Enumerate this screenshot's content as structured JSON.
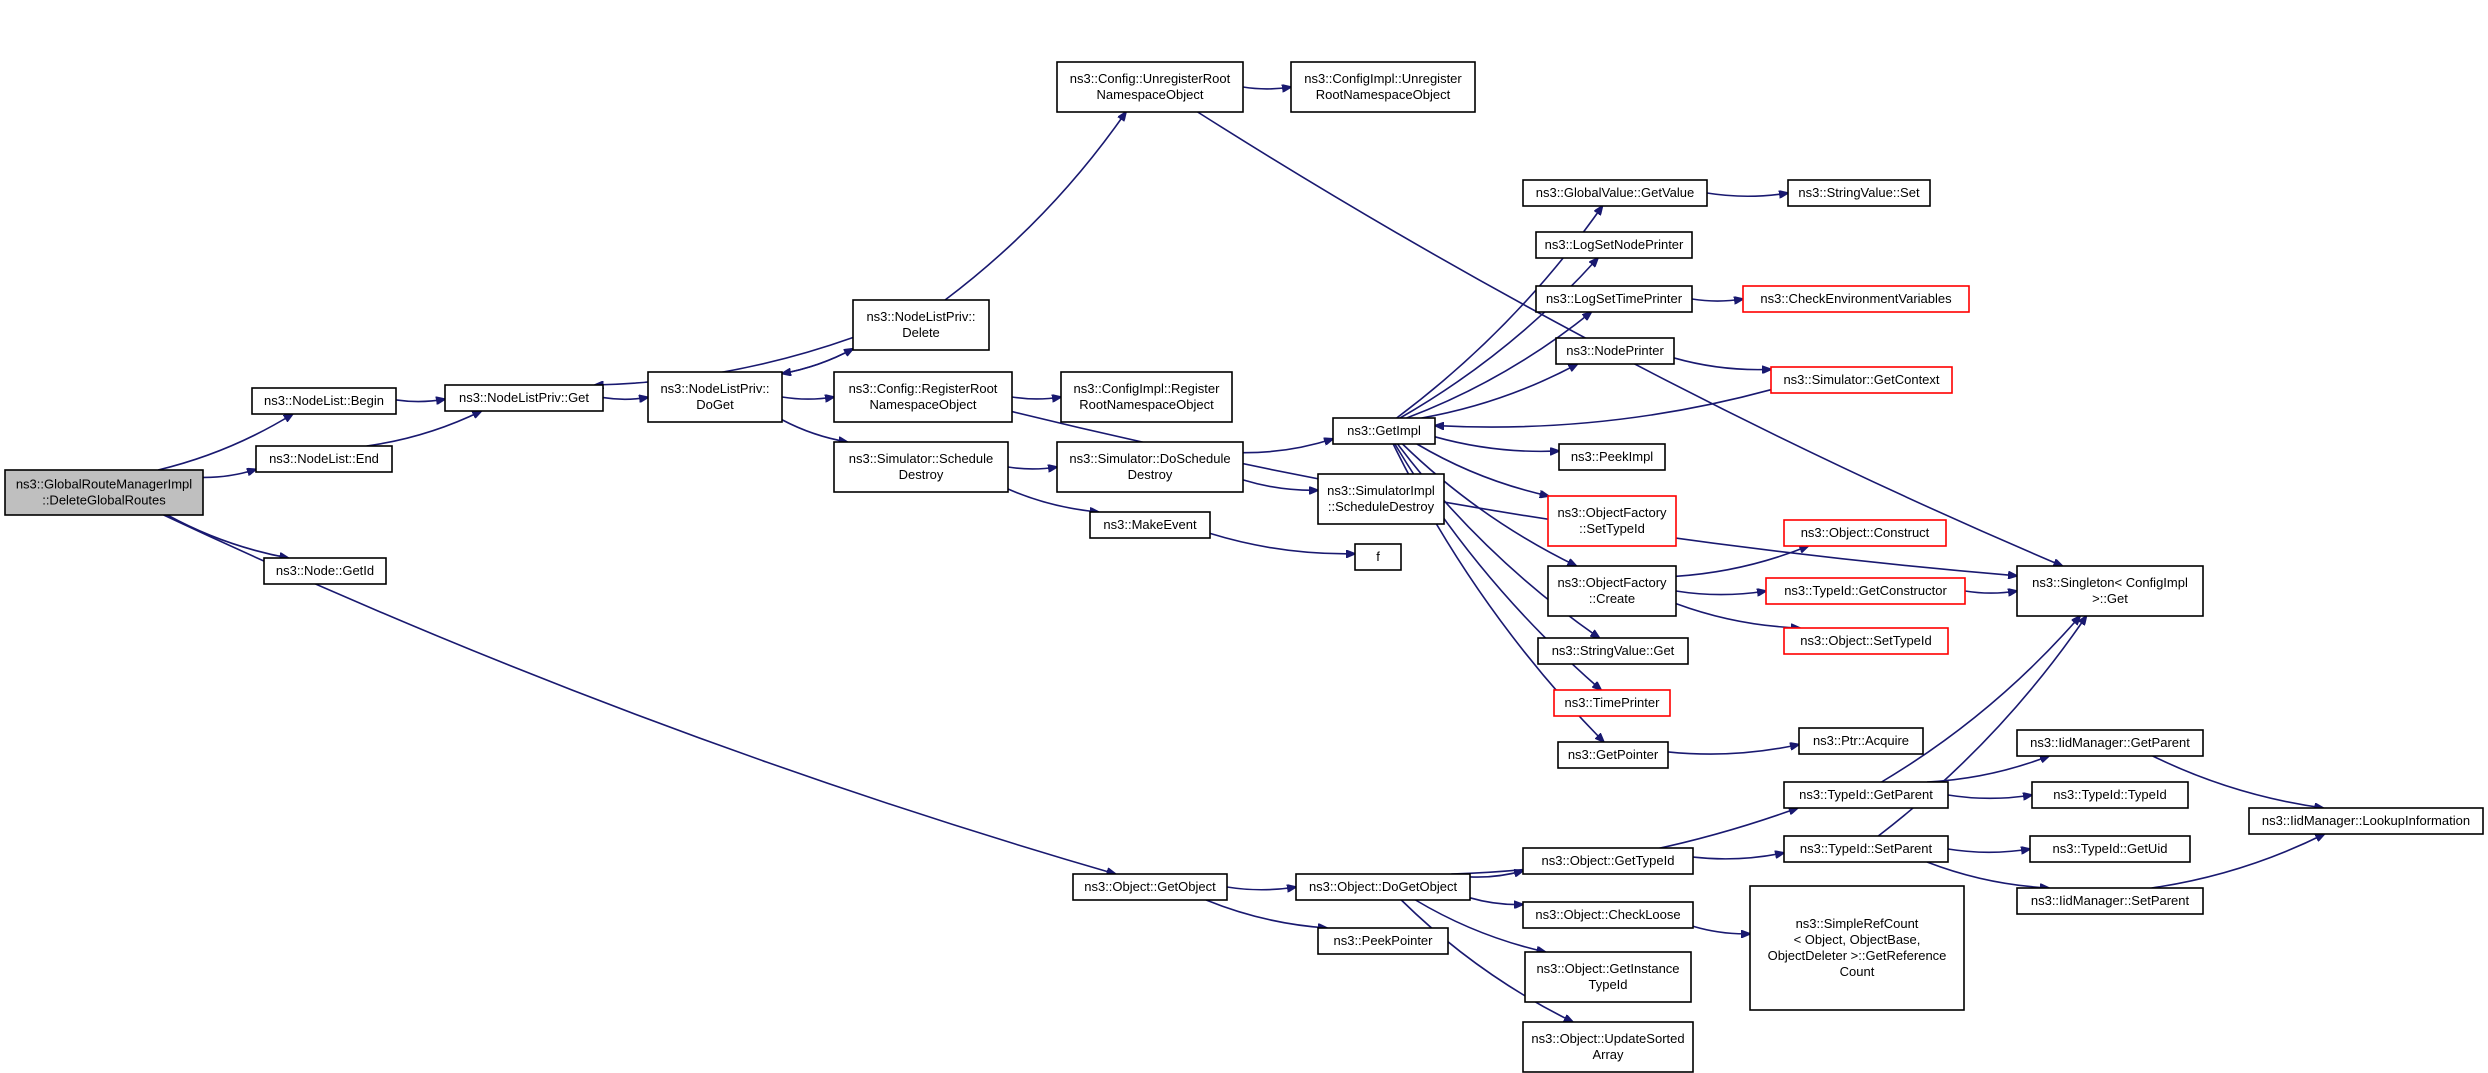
{
  "colors": {
    "edge": "#191970",
    "node_border": "#000000",
    "truncated_border": "#ff0000",
    "root_fill": "#bfbfbf",
    "node_fill": "#ffffff"
  },
  "nodes": [
    {
      "id": "root",
      "lines": [
        "ns3::GlobalRouteManagerImpl",
        "::DeleteGlobalRoutes"
      ],
      "style": "root"
    },
    {
      "id": "nl_begin",
      "lines": [
        "ns3::NodeList::Begin"
      ]
    },
    {
      "id": "nl_end",
      "lines": [
        "ns3::NodeList::End"
      ]
    },
    {
      "id": "node_getid",
      "lines": [
        "ns3::Node::GetId"
      ]
    },
    {
      "id": "nlp_get",
      "lines": [
        "ns3::NodeListPriv::Get"
      ]
    },
    {
      "id": "nlp_doget",
      "lines": [
        "ns3::NodeListPriv::",
        "DoGet"
      ]
    },
    {
      "id": "nlp_delete",
      "lines": [
        "ns3::NodeListPriv::",
        "Delete"
      ]
    },
    {
      "id": "cfg_unreg",
      "lines": [
        "ns3::Config::UnregisterRoot",
        "NamespaceObject"
      ]
    },
    {
      "id": "cfgimpl_unreg",
      "lines": [
        "ns3::ConfigImpl::Unregister",
        "RootNamespaceObject"
      ]
    },
    {
      "id": "cfg_reg",
      "lines": [
        "ns3::Config::RegisterRoot",
        "NamespaceObject"
      ]
    },
    {
      "id": "cfgimpl_reg",
      "lines": [
        "ns3::ConfigImpl::Register",
        "RootNamespaceObject"
      ]
    },
    {
      "id": "sim_sched",
      "lines": [
        "ns3::Simulator::Schedule",
        "Destroy"
      ]
    },
    {
      "id": "sim_dosched",
      "lines": [
        "ns3::Simulator::DoSchedule",
        "Destroy"
      ]
    },
    {
      "id": "makeevent",
      "lines": [
        "ns3::MakeEvent"
      ]
    },
    {
      "id": "f",
      "lines": [
        "f"
      ]
    },
    {
      "id": "simimpl_sched",
      "lines": [
        "ns3::SimulatorImpl",
        "::ScheduleDestroy"
      ]
    },
    {
      "id": "getimpl",
      "lines": [
        "ns3::GetImpl"
      ]
    },
    {
      "id": "gv_getvalue",
      "lines": [
        "ns3::GlobalValue::GetValue"
      ]
    },
    {
      "id": "sv_set",
      "lines": [
        "ns3::StringValue::Set"
      ]
    },
    {
      "id": "logsetnode",
      "lines": [
        "ns3::LogSetNodePrinter"
      ]
    },
    {
      "id": "logsettime",
      "lines": [
        "ns3::LogSetTimePrinter"
      ]
    },
    {
      "id": "checkenv",
      "lines": [
        "ns3::CheckEnvironmentVariables"
      ],
      "style": "truncated"
    },
    {
      "id": "nodeprinter",
      "lines": [
        "ns3::NodePrinter"
      ]
    },
    {
      "id": "sim_getcontext",
      "lines": [
        "ns3::Simulator::GetContext"
      ],
      "style": "truncated"
    },
    {
      "id": "peekimpl",
      "lines": [
        "ns3::PeekImpl"
      ]
    },
    {
      "id": "of_settypeid",
      "lines": [
        "ns3::ObjectFactory",
        "::SetTypeId"
      ],
      "style": "truncated"
    },
    {
      "id": "of_create",
      "lines": [
        "ns3::ObjectFactory",
        "::Create"
      ]
    },
    {
      "id": "obj_construct",
      "lines": [
        "ns3::Object::Construct"
      ],
      "style": "truncated"
    },
    {
      "id": "tid_getctor",
      "lines": [
        "ns3::TypeId::GetConstructor"
      ],
      "style": "truncated"
    },
    {
      "id": "obj_settypeid",
      "lines": [
        "ns3::Object::SetTypeId"
      ],
      "style": "truncated"
    },
    {
      "id": "singleton_get",
      "lines": [
        "ns3::Singleton< ConfigImpl",
        ">::Get"
      ]
    },
    {
      "id": "sv_get",
      "lines": [
        "ns3::StringValue::Get"
      ]
    },
    {
      "id": "timeprinter",
      "lines": [
        "ns3::TimePrinter"
      ],
      "style": "truncated"
    },
    {
      "id": "getpointer",
      "lines": [
        "ns3::GetPointer"
      ]
    },
    {
      "id": "ptr_acquire",
      "lines": [
        "ns3::Ptr::Acquire"
      ]
    },
    {
      "id": "tid_getparent",
      "lines": [
        "ns3::TypeId::GetParent"
      ]
    },
    {
      "id": "iid_getparent",
      "lines": [
        "ns3::IidManager::GetParent"
      ]
    },
    {
      "id": "tid_typeid",
      "lines": [
        "ns3::TypeId::TypeId"
      ]
    },
    {
      "id": "iid_lookup",
      "lines": [
        "ns3::IidManager::LookupInformation"
      ]
    },
    {
      "id": "obj_getobject",
      "lines": [
        "ns3::Object::GetObject"
      ]
    },
    {
      "id": "obj_dogetobject",
      "lines": [
        "ns3::Object::DoGetObject"
      ]
    },
    {
      "id": "peekpointer",
      "lines": [
        "ns3::PeekPointer"
      ]
    },
    {
      "id": "obj_gettypeid",
      "lines": [
        "ns3::Object::GetTypeId"
      ]
    },
    {
      "id": "tid_setparent",
      "lines": [
        "ns3::TypeId::SetParent"
      ]
    },
    {
      "id": "tid_getuid",
      "lines": [
        "ns3::TypeId::GetUid"
      ]
    },
    {
      "id": "iid_setparent",
      "lines": [
        "ns3::IidManager::SetParent"
      ]
    },
    {
      "id": "obj_checkloose",
      "lines": [
        "ns3::Object::CheckLoose"
      ]
    },
    {
      "id": "simplerefcount",
      "lines": [
        "ns3::SimpleRefCount",
        "< Object, ObjectBase,",
        "ObjectDeleter >::GetReference",
        "Count"
      ]
    },
    {
      "id": "obj_getinstance",
      "lines": [
        "ns3::Object::GetInstance",
        "TypeId"
      ]
    },
    {
      "id": "obj_updatesorted",
      "lines": [
        "ns3::Object::UpdateSorted",
        "Array"
      ]
    }
  ],
  "edges": [
    [
      "root",
      "nl_begin"
    ],
    [
      "root",
      "nl_end"
    ],
    [
      "root",
      "node_getid"
    ],
    [
      "root",
      "obj_getobject"
    ],
    [
      "nl_begin",
      "nlp_get"
    ],
    [
      "nl_end",
      "nlp_get"
    ],
    [
      "nlp_get",
      "nlp_doget"
    ],
    [
      "nlp_doget",
      "nlp_delete"
    ],
    [
      "nlp_doget",
      "cfg_reg"
    ],
    [
      "nlp_doget",
      "sim_sched"
    ],
    [
      "nlp_delete",
      "nlp_get"
    ],
    [
      "nlp_delete",
      "nlp_doget"
    ],
    [
      "nlp_delete",
      "cfg_unreg"
    ],
    [
      "cfg_unreg",
      "cfgimpl_unreg"
    ],
    [
      "cfg_unreg",
      "singleton_get"
    ],
    [
      "cfg_reg",
      "cfgimpl_reg"
    ],
    [
      "cfg_reg",
      "singleton_get"
    ],
    [
      "sim_sched",
      "sim_dosched"
    ],
    [
      "sim_sched",
      "makeevent"
    ],
    [
      "sim_dosched",
      "getimpl"
    ],
    [
      "sim_dosched",
      "simimpl_sched"
    ],
    [
      "makeevent",
      "f"
    ],
    [
      "getimpl",
      "gv_getvalue"
    ],
    [
      "getimpl",
      "logsetnode"
    ],
    [
      "getimpl",
      "logsettime"
    ],
    [
      "getimpl",
      "nodeprinter"
    ],
    [
      "getimpl",
      "peekimpl"
    ],
    [
      "getimpl",
      "of_settypeid"
    ],
    [
      "getimpl",
      "of_create"
    ],
    [
      "getimpl",
      "sv_get"
    ],
    [
      "getimpl",
      "timeprinter"
    ],
    [
      "getimpl",
      "getpointer"
    ],
    [
      "gv_getvalue",
      "sv_set"
    ],
    [
      "logsettime",
      "checkenv"
    ],
    [
      "nodeprinter",
      "sim_getcontext"
    ],
    [
      "sim_getcontext",
      "getimpl"
    ],
    [
      "of_create",
      "obj_construct"
    ],
    [
      "of_create",
      "tid_getctor"
    ],
    [
      "of_create",
      "obj_settypeid"
    ],
    [
      "tid_getctor",
      "singleton_get"
    ],
    [
      "getpointer",
      "ptr_acquire"
    ],
    [
      "tid_getparent",
      "singleton_get"
    ],
    [
      "tid_getparent",
      "iid_getparent"
    ],
    [
      "tid_getparent",
      "tid_typeid"
    ],
    [
      "iid_getparent",
      "iid_lookup"
    ],
    [
      "obj_getobject",
      "obj_dogetobject"
    ],
    [
      "obj_getobject",
      "peekpointer"
    ],
    [
      "obj_dogetobject",
      "tid_getparent"
    ],
    [
      "obj_dogetobject",
      "obj_gettypeid"
    ],
    [
      "obj_dogetobject",
      "obj_checkloose"
    ],
    [
      "obj_dogetobject",
      "obj_getinstance"
    ],
    [
      "obj_dogetobject",
      "obj_updatesorted"
    ],
    [
      "obj_gettypeid",
      "tid_setparent"
    ],
    [
      "tid_setparent",
      "singleton_get"
    ],
    [
      "tid_setparent",
      "tid_getuid"
    ],
    [
      "tid_setparent",
      "iid_setparent"
    ],
    [
      "iid_setparent",
      "iid_lookup"
    ],
    [
      "obj_checkloose",
      "simplerefcount"
    ]
  ]
}
